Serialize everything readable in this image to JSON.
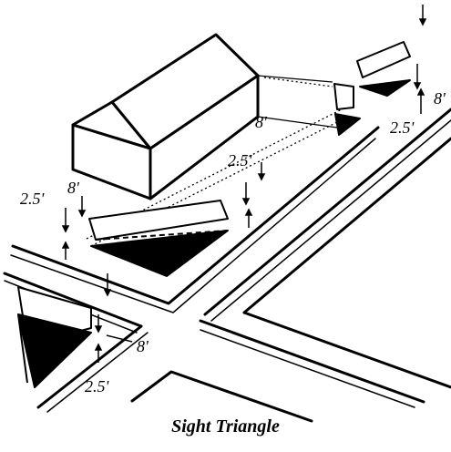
{
  "caption": "Sight Triangle",
  "labels": {
    "upper_left_clearance_high": "8'",
    "upper_left_clearance_low": "2.5'",
    "upper_mid_clearance_high": "8'",
    "upper_mid_clearance_low": "2.5'",
    "upper_right_clearance_high": "8'",
    "upper_right_clearance_low": "2.5'",
    "lower_left_clearance_high": "8'",
    "lower_left_clearance_low": "2.5'"
  }
}
